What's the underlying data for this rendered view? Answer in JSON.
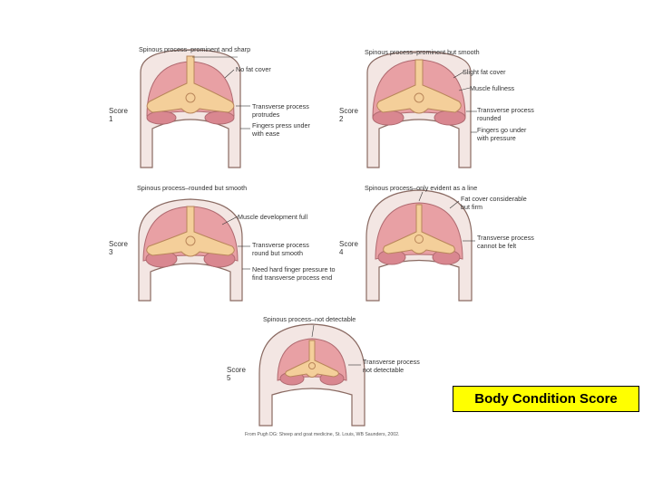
{
  "panels": [
    {
      "score": "Score 1",
      "top_label": "Spinous process–prominent and sharp",
      "labels": [
        "No fat cover",
        "Transverse process\nprotrudes",
        "Fingers press under\nwith ease"
      ]
    },
    {
      "score": "Score 2",
      "top_label": "Spinous process–prominent but smooth",
      "labels": [
        "Slight fat cover",
        "Muscle fullness",
        "Transverse process\nrounded",
        "Fingers go under\nwith pressure"
      ]
    },
    {
      "score": "Score 3",
      "top_label": "Spinous process–rounded but smooth",
      "labels": [
        "Muscle development full",
        "Transverse process\nround but smooth",
        "Need hard finger pressure to\nfind transverse process end"
      ]
    },
    {
      "score": "Score 4",
      "top_label": "Spinous process–only evident as a line",
      "labels": [
        "Fat cover considerable\nbut firm",
        "Transverse process\ncannot be felt"
      ]
    },
    {
      "score": "Score 5",
      "top_label": "Spinous process–not detectable",
      "labels": [
        "Transverse process\nnot detectable"
      ]
    }
  ],
  "credit": "From Pugh DG: Sheep and goat medicine, St. Louis, WB Saunders, 2002.",
  "title": "Body Condition Score",
  "colors": {
    "muscle": "#e8a0a4",
    "muscle_dark": "#d98790",
    "bone": "#f4cf9a",
    "bone_stroke": "#b9865a",
    "skin": "#f3e6e3",
    "skin_stroke": "#8a6a62",
    "highlight": "#ffff00"
  }
}
